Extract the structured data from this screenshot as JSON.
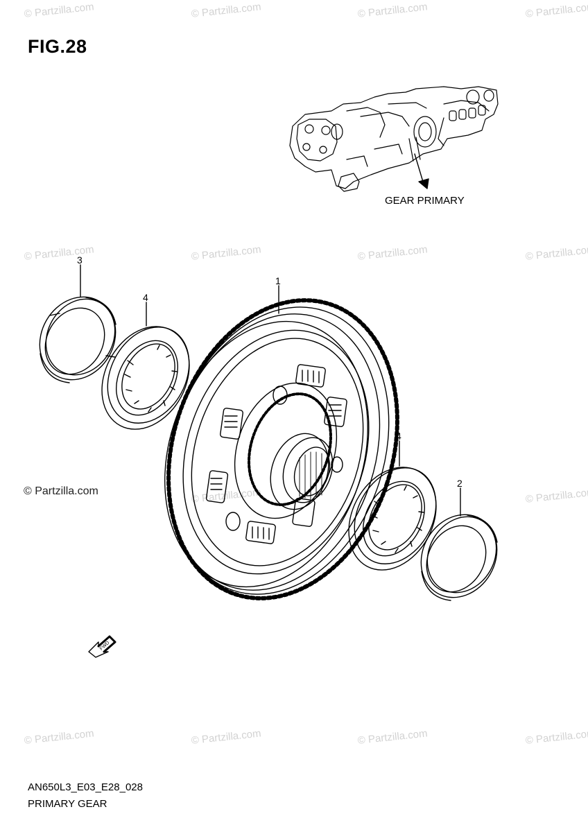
{
  "figure": {
    "title": "FIG.28",
    "code": "AN650L3_E03_E28_028",
    "name": "PRIMARY GEAR"
  },
  "inset": {
    "label": "GEAR PRIMARY"
  },
  "callouts": [
    {
      "id": "c1",
      "text": "1"
    },
    {
      "id": "c2",
      "text": "2"
    },
    {
      "id": "c3",
      "text": "3"
    },
    {
      "id": "c4a",
      "text": "4"
    },
    {
      "id": "c4b",
      "text": "4"
    }
  ],
  "direction_arrow": {
    "text": "FWD"
  },
  "watermark": {
    "text": "© Partzilla.com"
  },
  "colors": {
    "line": "#000000",
    "watermark": "#d2d2d2",
    "background": "#ffffff"
  }
}
